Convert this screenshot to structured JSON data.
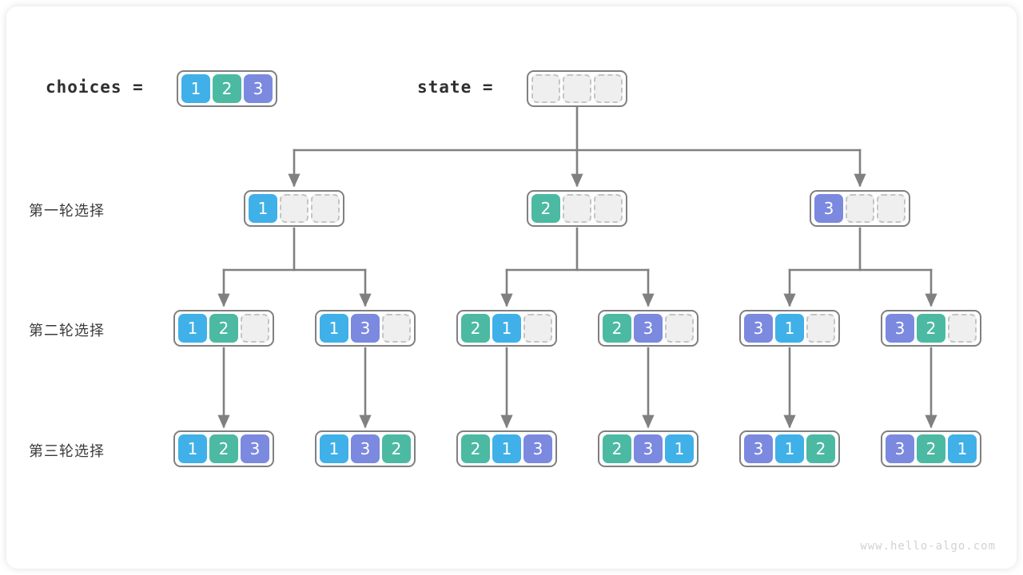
{
  "diagram": {
    "title": "permutation backtracking tree",
    "watermark": "www.hello-algo.com",
    "colors": {
      "value_1": "#40b0e8",
      "value_2": "#4cb9a3",
      "value_3": "#7b89df",
      "empty_cell": "#efefef",
      "empty_border": "#c4c4c4",
      "frame": "#808080",
      "link": "#808080",
      "text": "#3a3a3a"
    }
  },
  "header": {
    "choices_label": "choices =",
    "choices_values": [
      "1",
      "2",
      "3"
    ],
    "state_label": "state =",
    "state_values": [
      "",
      "",
      ""
    ]
  },
  "rows": [
    {
      "label": "第一轮选择",
      "nodes": [
        {
          "values": [
            "1",
            "",
            ""
          ]
        },
        {
          "values": [
            "2",
            "",
            ""
          ]
        },
        {
          "values": [
            "3",
            "",
            ""
          ]
        }
      ]
    },
    {
      "label": "第二轮选择",
      "nodes": [
        {
          "values": [
            "1",
            "2",
            ""
          ]
        },
        {
          "values": [
            "1",
            "3",
            ""
          ]
        },
        {
          "values": [
            "2",
            "1",
            ""
          ]
        },
        {
          "values": [
            "2",
            "3",
            ""
          ]
        },
        {
          "values": [
            "3",
            "1",
            ""
          ]
        },
        {
          "values": [
            "3",
            "2",
            ""
          ]
        }
      ]
    },
    {
      "label": "第三轮选择",
      "nodes": [
        {
          "values": [
            "1",
            "2",
            "3"
          ]
        },
        {
          "values": [
            "1",
            "3",
            "2"
          ]
        },
        {
          "values": [
            "2",
            "1",
            "3"
          ]
        },
        {
          "values": [
            "2",
            "3",
            "1"
          ]
        },
        {
          "values": [
            "3",
            "1",
            "2"
          ]
        },
        {
          "values": [
            "3",
            "2",
            "1"
          ]
        }
      ]
    }
  ]
}
